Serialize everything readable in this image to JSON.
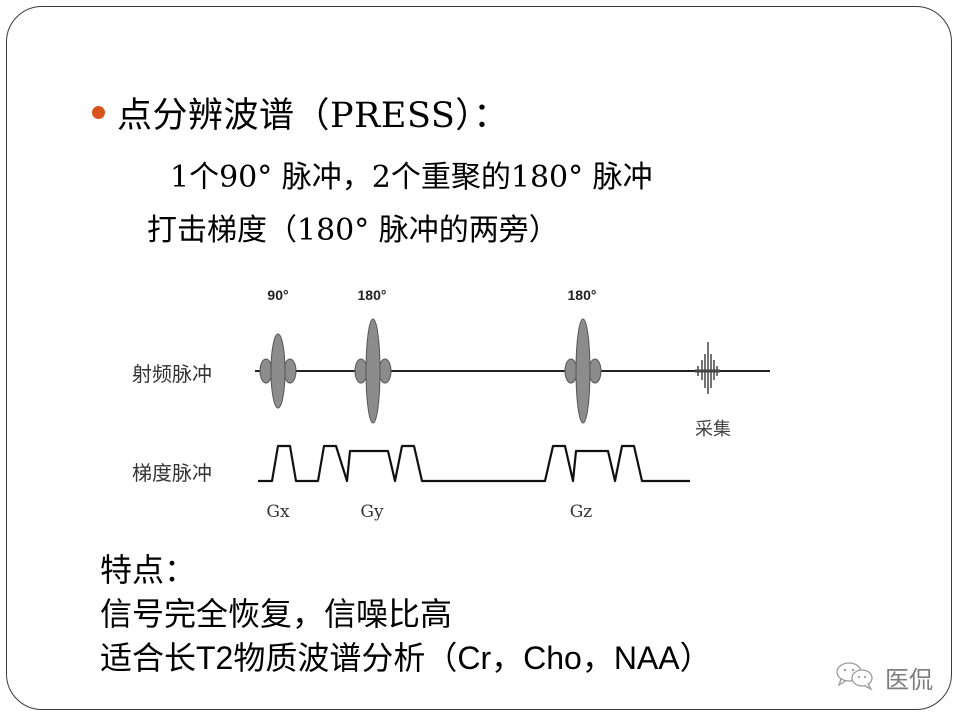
{
  "slide": {
    "title": "点分辨波谱（PRESS）：",
    "bullet_color": "#d9531e",
    "lines": [
      "1个90° 脉冲，2个重聚的180° 脉冲",
      "打击梯度（180° 脉冲的两旁）"
    ]
  },
  "diagram": {
    "rf_label": "射频脉冲",
    "gradient_label": "梯度脉冲",
    "pulses": [
      {
        "label": "90°"
      },
      {
        "label": "180°"
      },
      {
        "label": "180°"
      }
    ],
    "acquisition_label": "采集",
    "gradients": [
      {
        "label": "Gx"
      },
      {
        "label": "Gy"
      },
      {
        "label": "Gz"
      }
    ],
    "pulse_fill": "#8c8c8c"
  },
  "features": {
    "heading": "特点：",
    "items": [
      "信号完全恢复，信噪比高",
      "适合长T2物质波谱分析（Cr，Cho，NAA）"
    ]
  },
  "watermark": {
    "icon": "wechat-icon",
    "text": "医侃"
  }
}
